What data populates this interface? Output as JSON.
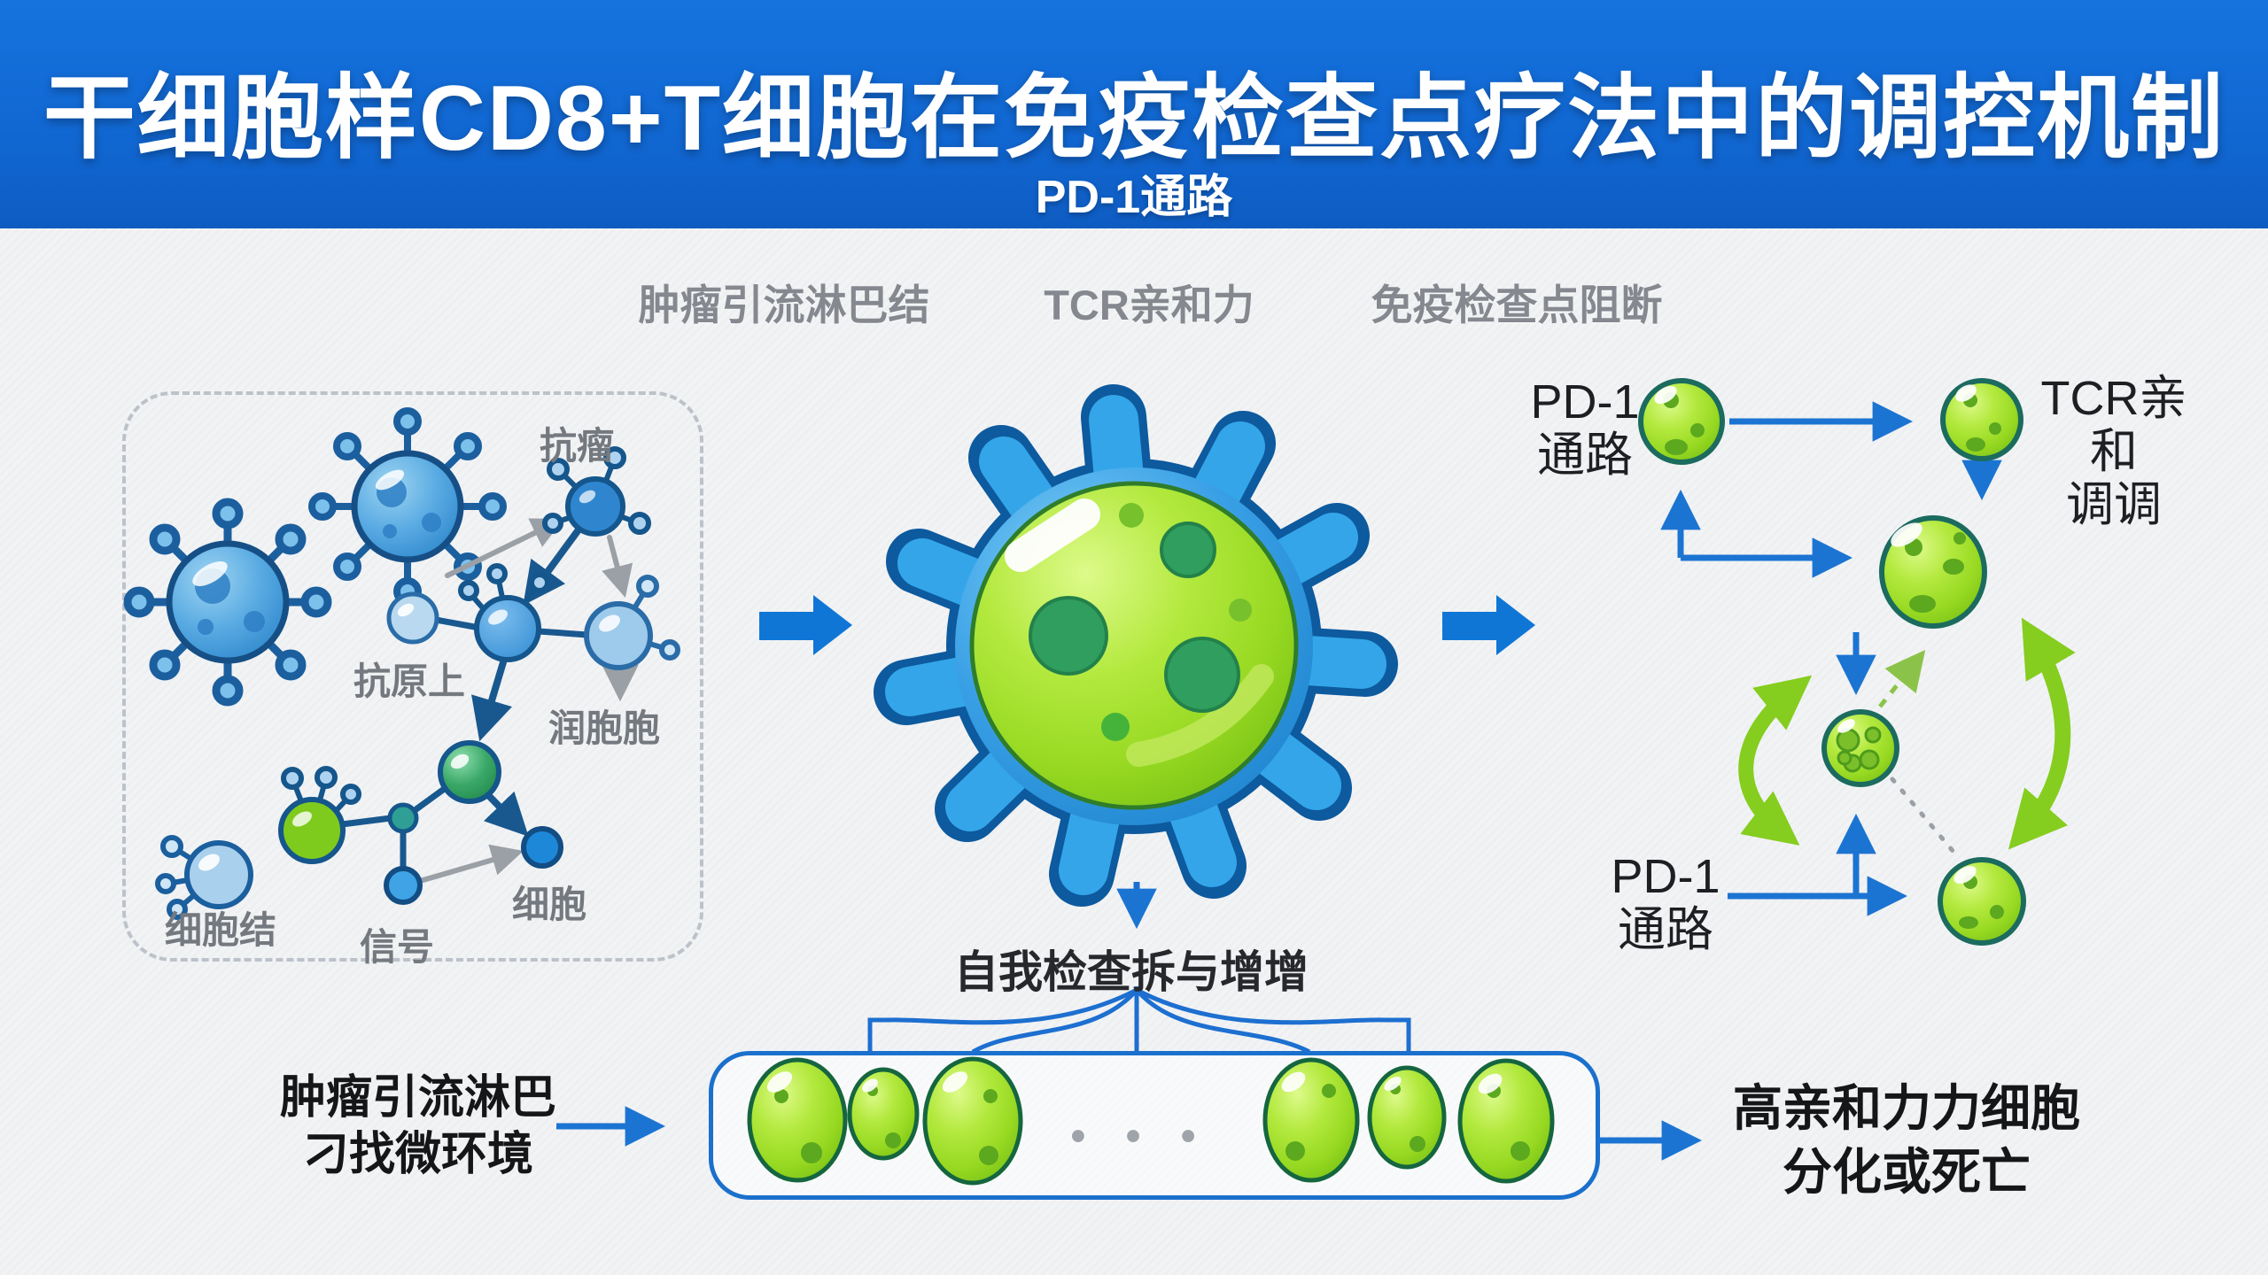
{
  "header": {
    "title": "干细胞样CD8+T细胞在免疫检查点疗法中的调控机制",
    "subtitle": "PD-1通路"
  },
  "column_labels": {
    "left": "肿瘤引流淋巴结",
    "center": "TCR亲和力",
    "right": "免疫检查点阻断"
  },
  "left_panel": {
    "labels": {
      "top": "抗瘤",
      "antigen": "抗原上",
      "right_cell": "润胞胞",
      "bottom_left": "细胞结",
      "signal": "信号",
      "cell": "细胞"
    }
  },
  "right_panel": {
    "pd1_top": {
      "line1": "PD-1",
      "line2": "通路"
    },
    "tcr": {
      "line1": "TCR亲和",
      "line2": "调调"
    },
    "pd1_bottom": {
      "line1": "PD-1",
      "line2": "通路"
    }
  },
  "bottom_panel": {
    "self_check_label": "自我检查拆与增增",
    "ellipsis": "• • •",
    "left_label": {
      "line1": "肿瘤引流淋巴",
      "line2": "刁找微环境"
    },
    "right_label": {
      "line1": "高亲和力力细胞",
      "line2": "分化或死亡"
    }
  },
  "colors": {
    "header_blue": "#1167d2",
    "arrow_blue": "#1b74d2",
    "block_arrow_blue": "#0f76d6",
    "lime_green": "#9ade22",
    "cycle_arrow_green": "#85cd1f",
    "green_cell_border": "#1b6b5e",
    "virus_blue": "#55a8e2",
    "dark_node_arrow": "#19588f",
    "gray_arrow": "#9aa0a6",
    "gray_text": "#85888f",
    "dashed_box_border": "#bcc2c9",
    "pool_box_border": "#1a70cc"
  }
}
